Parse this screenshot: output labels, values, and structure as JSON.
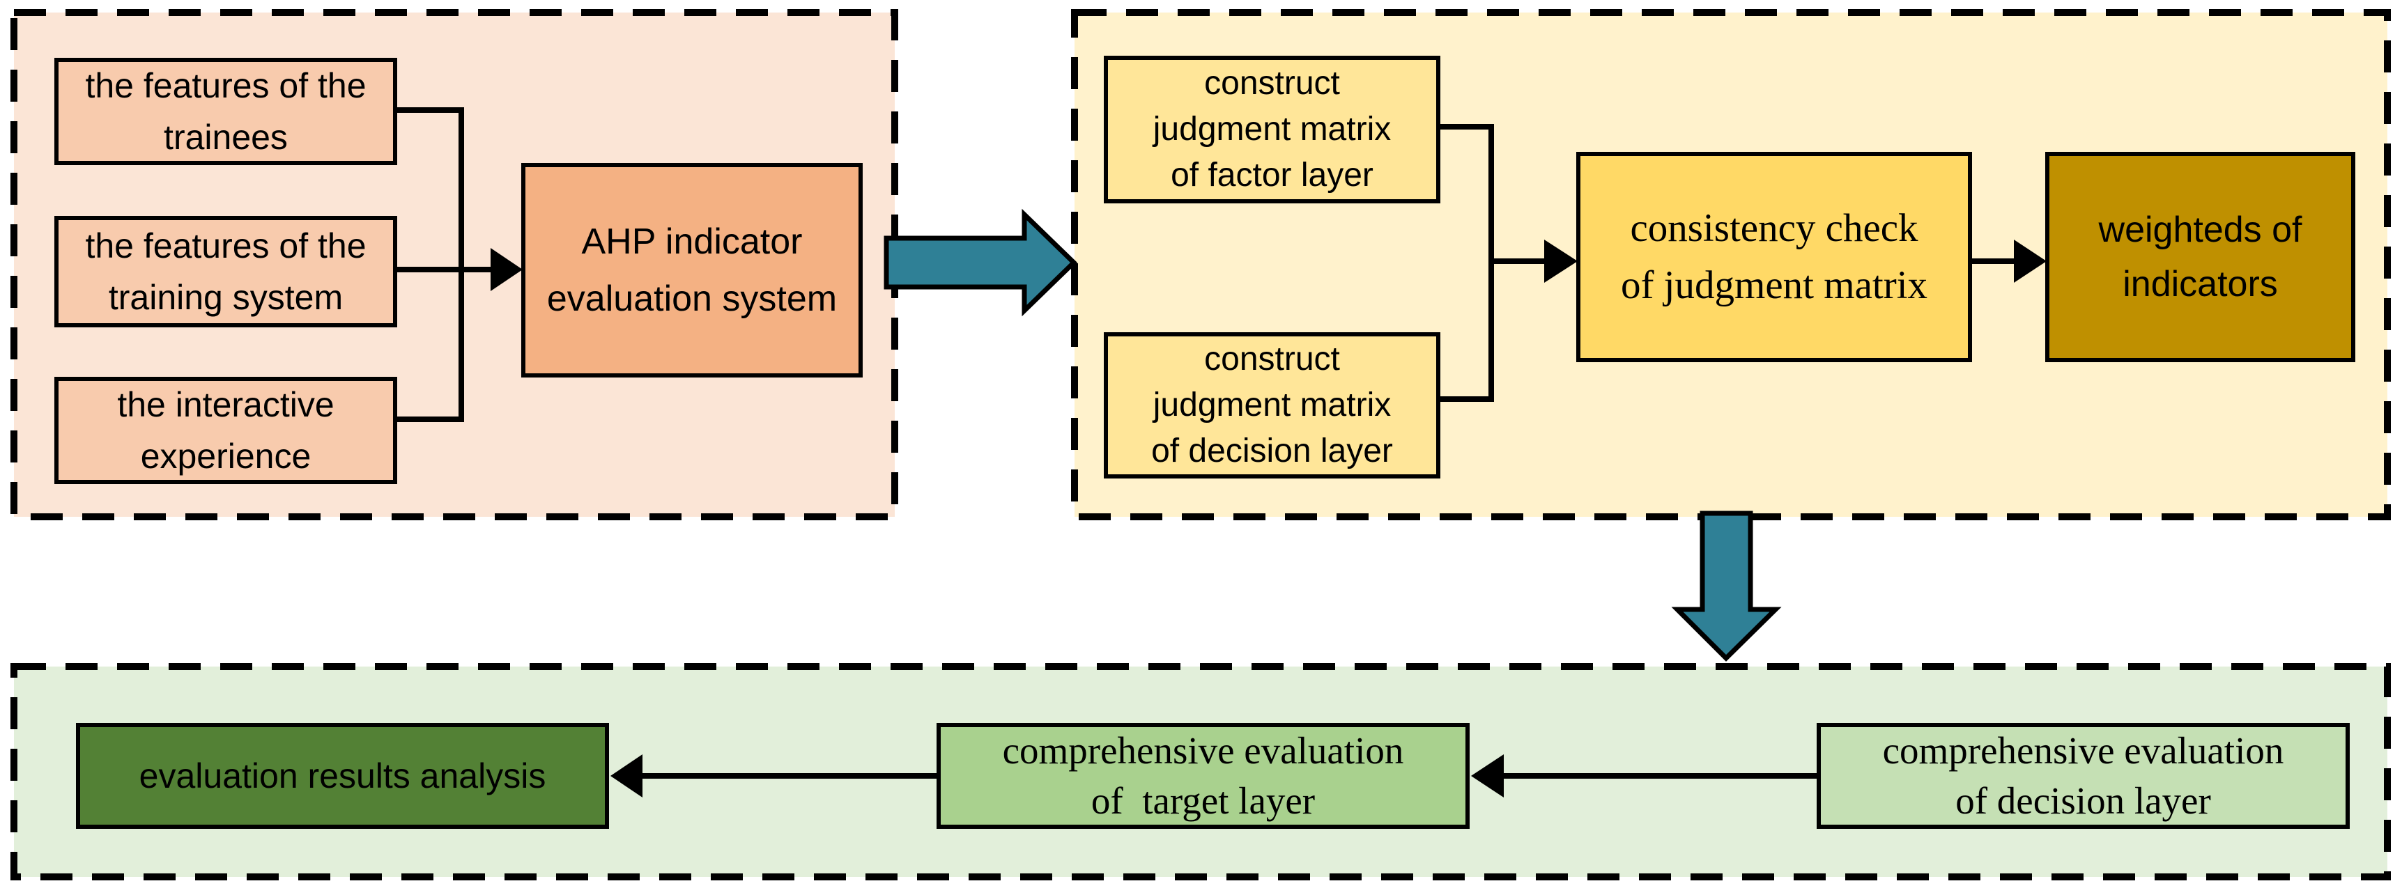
{
  "colors": {
    "panel_orange_bg": "#fbe5d6",
    "box_peach": "#f8cbad",
    "box_orange": "#f4b183",
    "panel_yellow_bg": "#fff2cc",
    "box_yellow_light": "#ffe699",
    "box_yellow": "#ffd966",
    "box_gold_dark": "#bf9000",
    "panel_green_bg": "#e2efda",
    "box_green_light": "#c5e0b4",
    "box_green_mid": "#a9d18e",
    "box_green_dark": "#538135",
    "flow_arrow_teal": "#2f8096",
    "line_black": "#000000"
  },
  "icons": {
    "big-arrow-right": "teal block arrow pointing right",
    "big-arrow-down": "teal block arrow pointing down",
    "arrowhead-right": "black triangle pointing right",
    "arrowhead-left": "black triangle pointing left"
  },
  "boxes": {
    "trainees": {
      "lines": [
        "the features of the",
        "trainees"
      ]
    },
    "training_system": {
      "lines": [
        "the features of the",
        "training system"
      ]
    },
    "interactive_experience": {
      "lines": [
        "the interactive",
        "experience"
      ]
    },
    "ahp_system": {
      "lines": [
        "AHP indicator",
        "evaluation system"
      ]
    },
    "factor_matrix": {
      "lines": [
        "construct",
        "judgment matrix",
        "of factor layer"
      ]
    },
    "decision_matrix": {
      "lines": [
        "construct",
        "judgment matrix",
        "of decision layer"
      ]
    },
    "consistency_check": {
      "lines": [
        "consistency check",
        "of judgment matrix"
      ]
    },
    "indicator_weights": {
      "lines": [
        "weighteds of",
        "indicators"
      ]
    },
    "results_analysis": {
      "lines": [
        "evaluation results analysis"
      ]
    },
    "target_evaluation": {
      "lines": [
        "comprehensive evaluation",
        "of  target layer"
      ]
    },
    "decision_evaluation": {
      "lines": [
        "comprehensive evaluation",
        "of decision layer"
      ]
    }
  }
}
